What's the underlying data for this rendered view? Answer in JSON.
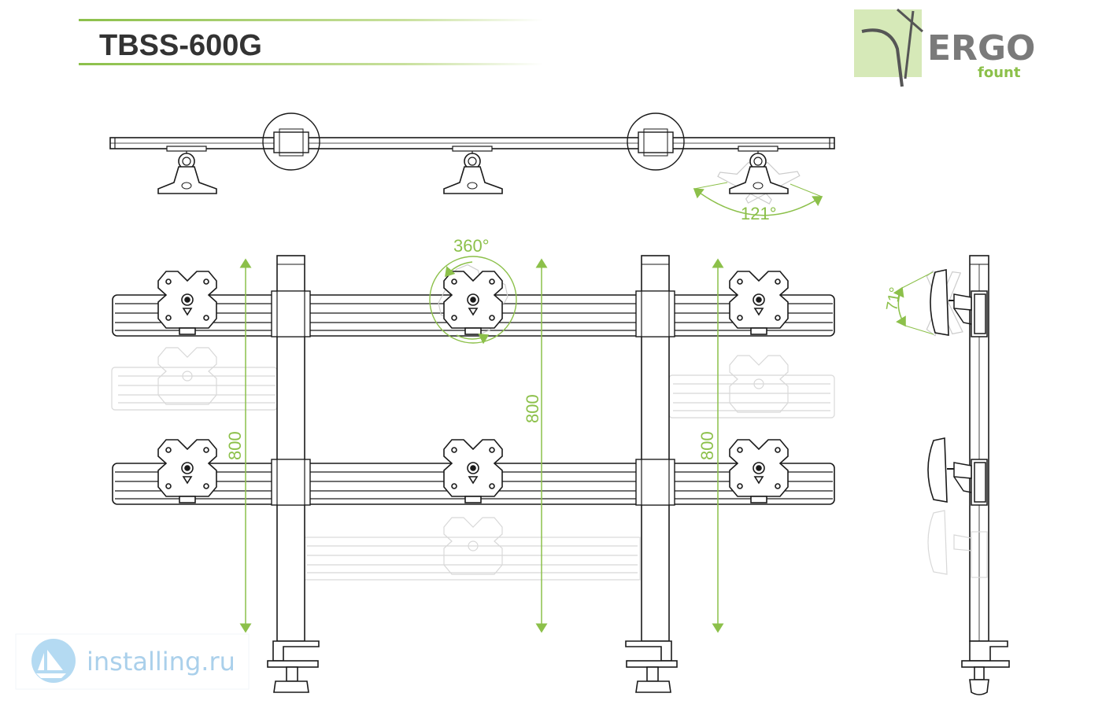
{
  "header": {
    "model": "TBSS-600G"
  },
  "logo": {
    "brand": "ERGO",
    "sub": "fount",
    "icon": "ergo-swoosh-icon"
  },
  "annotations": {
    "top_swivel": "121°",
    "rotation": "360°",
    "side_tilt": "71°",
    "height_left": "800",
    "height_center": "800",
    "height_right": "800"
  },
  "watermark": {
    "text": "installing.ru",
    "icon": "sailboat-icon"
  },
  "colors": {
    "accent": "#8cc04a",
    "line": "#1a1a1a",
    "ghost": "#d8d8d8",
    "title": "#333333",
    "logo_grey": "#7a7a7a",
    "logo_bg": "#d6e9b8",
    "watermark": "#9cc8e8"
  }
}
